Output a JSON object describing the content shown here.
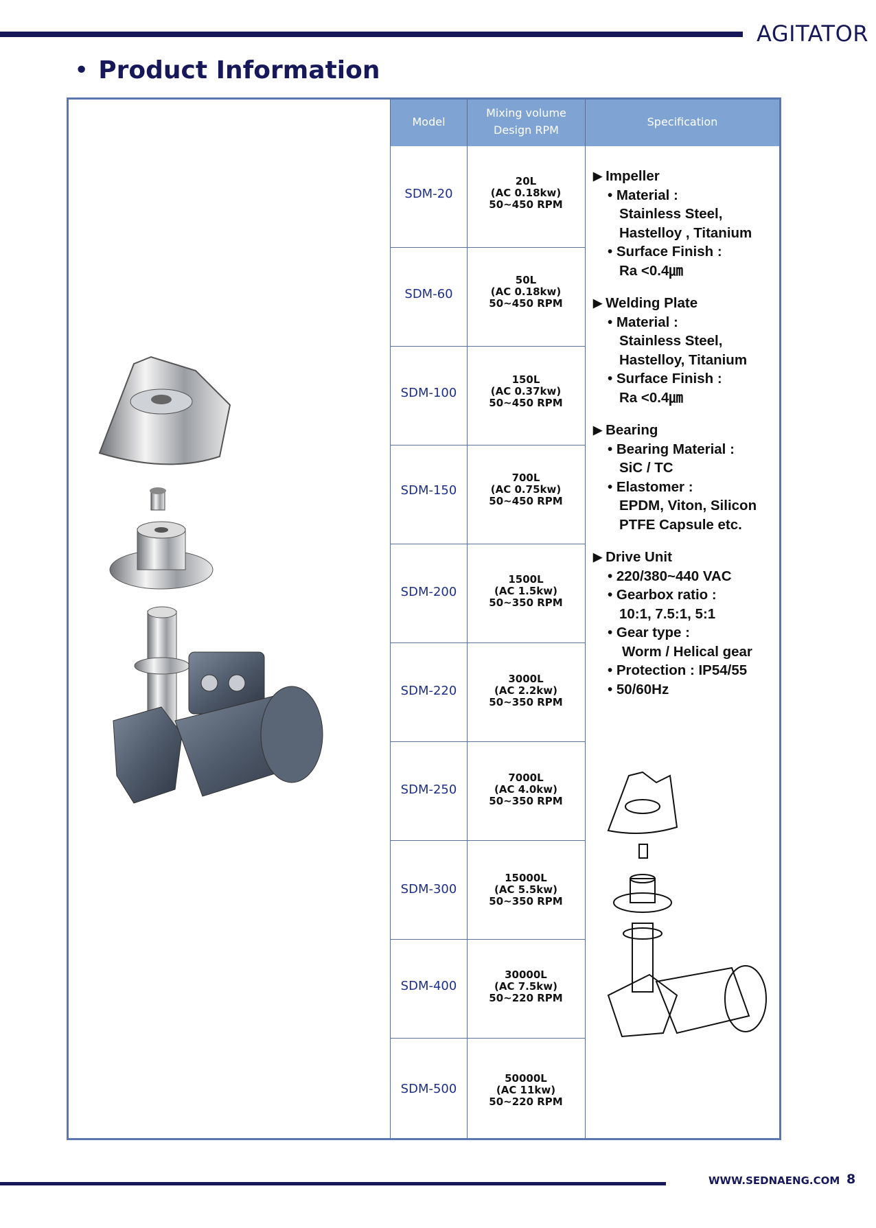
{
  "header": {
    "section": "AGITATOR",
    "title": "Product Information"
  },
  "table": {
    "headers": {
      "model": "Model",
      "volume_line1": "Mixing volume",
      "volume_line2": "Design RPM",
      "spec": "Specification"
    },
    "rows": [
      {
        "model": "SDM-20",
        "volume": "20L",
        "power": "(AC 0.18kw)",
        "rpm": "50~450 RPM"
      },
      {
        "model": "SDM-60",
        "volume": "50L",
        "power": "(AC 0.18kw)",
        "rpm": "50~450 RPM"
      },
      {
        "model": "SDM-100",
        "volume": "150L",
        "power": "(AC 0.37kw)",
        "rpm": "50~450 RPM"
      },
      {
        "model": "SDM-150",
        "volume": "700L",
        "power": "(AC 0.75kw)",
        "rpm": "50~450 RPM"
      },
      {
        "model": "SDM-200",
        "volume": "1500L",
        "power": "(AC 1.5kw)",
        "rpm": "50~350 RPM"
      },
      {
        "model": "SDM-220",
        "volume": "3000L",
        "power": "(AC 2.2kw)",
        "rpm": "50~350 RPM"
      },
      {
        "model": "SDM-250",
        "volume": "7000L",
        "power": "(AC 4.0kw)",
        "rpm": "50~350 RPM"
      },
      {
        "model": "SDM-300",
        "volume": "15000L",
        "power": "(AC 5.5kw)",
        "rpm": "50~350 RPM"
      },
      {
        "model": "SDM-400",
        "volume": "30000L",
        "power": "(AC 7.5kw)",
        "rpm": "50~220 RPM"
      },
      {
        "model": "SDM-500",
        "volume": "50000L",
        "power": "(AC 11kw)",
        "rpm": "50~220 RPM"
      }
    ]
  },
  "spec": {
    "impeller": {
      "title": "Impeller",
      "material_label": "Material :",
      "material_1": "Stainless Steel,",
      "material_2": "Hastelloy , Titanium",
      "finish_label": "Surface Finish :",
      "finish_value": "Ra <0.4㎛"
    },
    "welding": {
      "title": "Welding Plate",
      "material_label": "Material :",
      "material_1": "Stainless Steel,",
      "material_2": "Hastelloy, Titanium",
      "finish_label": "Surface Finish :",
      "finish_value": "Ra <0.4㎛"
    },
    "bearing": {
      "title": "Bearing",
      "material_label": "Bearing Material :",
      "material_value": "SiC / TC",
      "elastomer_label": "Elastomer :",
      "elastomer_1": "EPDM, Viton, Silicon",
      "elastomer_2": "PTFE Capsule etc."
    },
    "drive": {
      "title": "Drive Unit",
      "voltage": "220/380~440 VAC",
      "gearbox_label": "Gearbox ratio :",
      "gearbox_value": "10:1, 7.5:1, 5:1",
      "gear_label": "Gear type :",
      "gear_value": "Worm / Helical gear",
      "protection": "Protection : IP54/55",
      "frequency": "50/60Hz"
    }
  },
  "footer": {
    "website": "WWW.SEDNAENG.COM",
    "page_number": "8"
  }
}
